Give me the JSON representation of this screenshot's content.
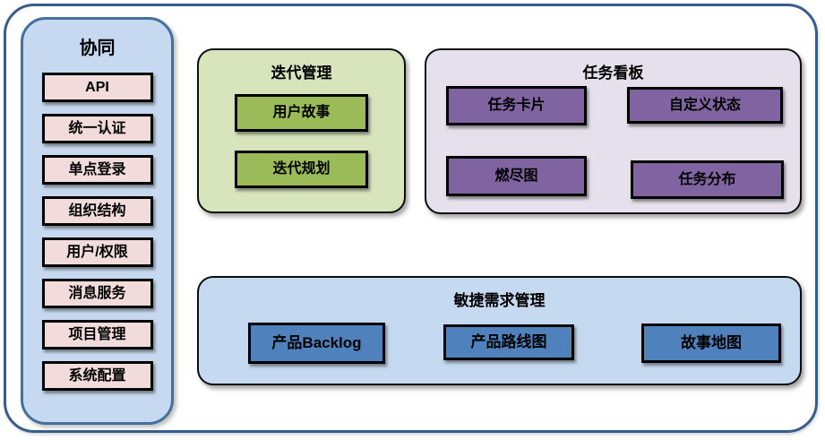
{
  "sidebar": {
    "title": "协同",
    "items": [
      "API",
      "统一认证",
      "单点登录",
      "组织结构",
      "用户/权限",
      "消息服务",
      "项目管理",
      "系统配置"
    ]
  },
  "panels": {
    "iteration": {
      "title": "迭代管理",
      "items": [
        "用户故事",
        "迭代规划"
      ]
    },
    "taskboard": {
      "title": "任务看板",
      "items": [
        "任务卡片",
        "自定义状态",
        "燃尽图",
        "任务分布"
      ]
    },
    "agile": {
      "title": "敏捷需求管理",
      "items": [
        "产品Backlog",
        "产品路线图",
        "故事地图"
      ]
    }
  },
  "colors": {
    "frame_border": "#385D8A",
    "sidebar_fill": "#C6D9F0",
    "sidebar_border": "#44709D",
    "sidebar_item_fill": "#F2DCDB",
    "iteration_fill": "#D7E4BC",
    "iteration_item_fill": "#9BBB59",
    "taskboard_fill": "#E6E0EC",
    "taskboard_item_fill": "#8064A2",
    "agile_fill": "#C5D9F1",
    "agile_item_fill": "#4F81BD",
    "box_border": "#000000",
    "text": "#000000"
  }
}
